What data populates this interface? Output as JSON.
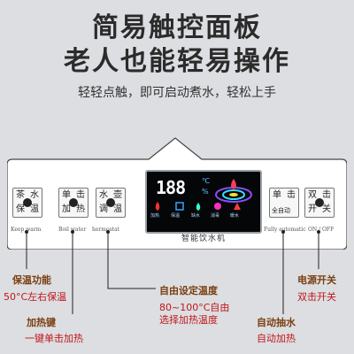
{
  "headline": {
    "line1": "简易触控面板",
    "line2": "老人也能轻易操作"
  },
  "subline": "轻轻点触，即可启动煮水，轻松上手",
  "panel": {
    "left_keys": [
      {
        "chars": [
          "茶",
          "水",
          "保",
          "温"
        ],
        "caption": "Keep warm"
      },
      {
        "chars": [
          "单",
          "击",
          "加",
          "热"
        ],
        "caption": "Boil water"
      },
      {
        "chars": [
          "水",
          "壶",
          "调",
          "温"
        ],
        "caption": "hermostat"
      }
    ],
    "right_keys": [
      {
        "chars": [
          "单",
          "击"
        ],
        "center": "全自动",
        "caption": "Fully automatic"
      },
      {
        "chars": [
          "双",
          "击"
        ],
        "bottom": [
          "开",
          "关"
        ],
        "caption": "ON / OFF"
      }
    ],
    "display": {
      "digits": "188",
      "unit": "℃",
      "unit2": "%",
      "labels": [
        "加热",
        "保温",
        "缺水",
        "消毒",
        "暖水"
      ]
    },
    "brand": "智能饮水机"
  },
  "annotations": {
    "keep_warm_title": "保温功能",
    "keep_warm_desc": "50°C左右保温",
    "boil_title": "加热键",
    "boil_desc": "一键单击加热",
    "temp_title": "自由设定温度",
    "temp_desc1": "80~100°C自由",
    "temp_desc2": "选择加热温度",
    "auto_title": "自动抽水",
    "auto_desc": "自动加热",
    "power_title": "电源开关",
    "power_desc": "双击开关"
  },
  "colors": {
    "annot_title": "#7a3e10",
    "annot_desc": "#c0161c",
    "display_bg": "#050608"
  }
}
